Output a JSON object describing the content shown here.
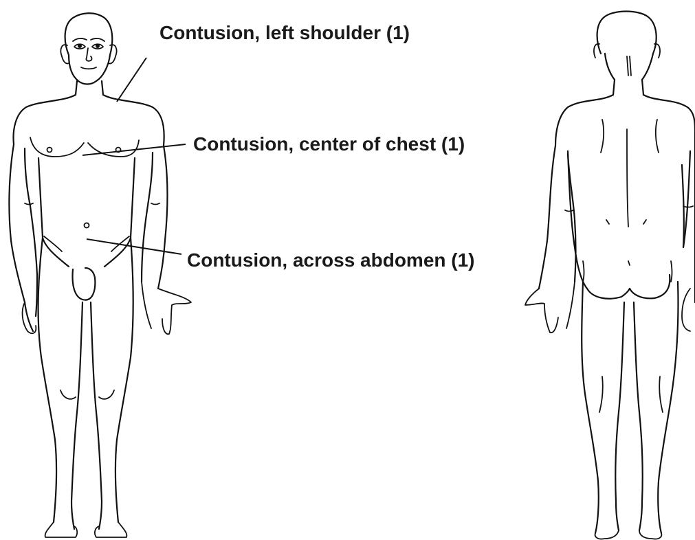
{
  "annotations": [
    {
      "id": "shoulder",
      "text": "Contusion, left shoulder (1)"
    },
    {
      "id": "chest",
      "text": "Contusion, center of chest (1)"
    },
    {
      "id": "abdomen",
      "text": "Contusion, across abdomen (1)"
    }
  ],
  "colors": {
    "ink": "#111111",
    "background": "#ffffff"
  }
}
